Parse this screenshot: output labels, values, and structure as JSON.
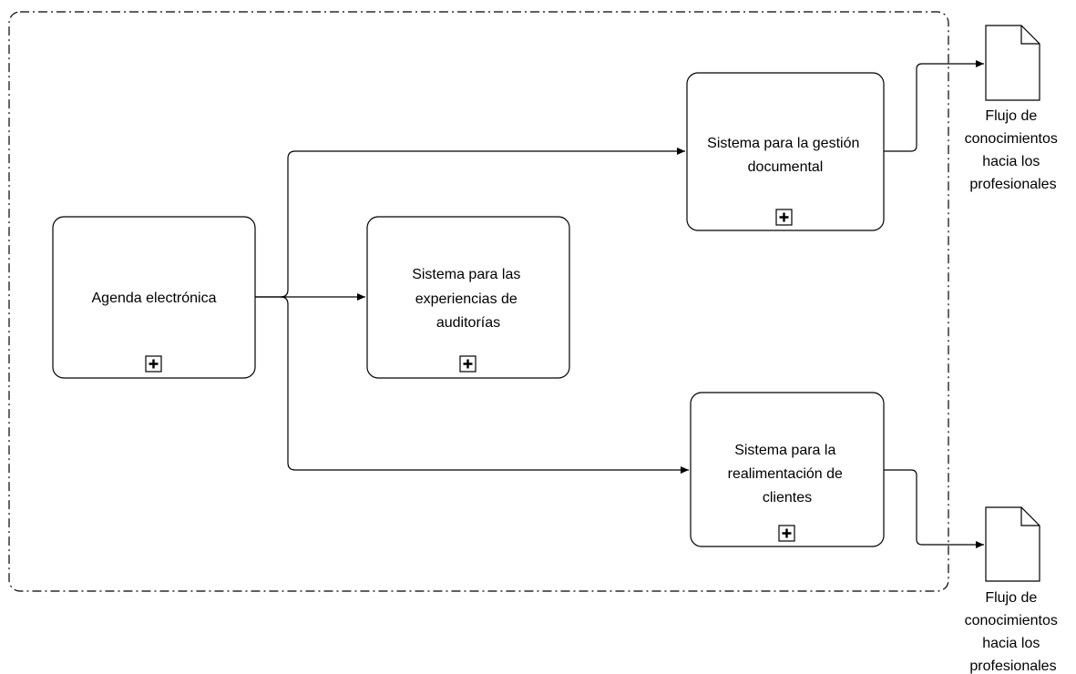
{
  "tasks": {
    "agenda": {
      "lines": [
        "Agenda electrónica"
      ],
      "marker": "plus-icon"
    },
    "auditorias": {
      "lines": [
        "Sistema para las",
        "experiencias de",
        "auditorías"
      ],
      "marker": "plus-icon"
    },
    "gestion": {
      "lines": [
        "Sistema para la gestión",
        "documental"
      ],
      "marker": "plus-icon"
    },
    "realimentacion": {
      "lines": [
        "Sistema para la",
        "realimentación de",
        "clientes"
      ],
      "marker": "plus-icon"
    }
  },
  "outputs": {
    "top": {
      "lines": [
        "Flujo de",
        "conocimientos",
        "hacia los",
        "profesionales"
      ],
      "icon": "document-icon"
    },
    "bottom": {
      "lines": [
        "Flujo de",
        "conocimientos",
        "hacia los",
        "profesionales"
      ],
      "icon": "document-icon"
    }
  }
}
